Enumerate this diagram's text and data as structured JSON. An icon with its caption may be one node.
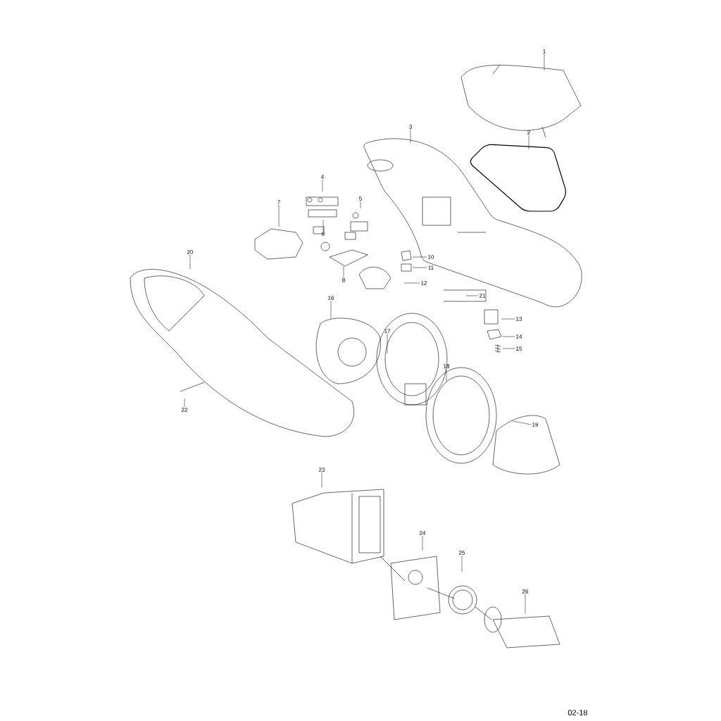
{
  "diagram": {
    "nodes": [
      {
        "text": [
          "1"
        ]
      },
      {
        "text": [
          "2"
        ]
      },
      {
        "text": [
          "3"
        ]
      },
      {
        "text": [
          "4"
        ]
      },
      {
        "text": [
          "5"
        ]
      },
      {
        "text": [
          "6"
        ]
      },
      {
        "text": [
          "7"
        ]
      },
      {
        "text": [
          "8"
        ]
      },
      {
        "text": [
          "10"
        ]
      },
      {
        "text": [
          "11"
        ]
      },
      {
        "text": [
          "12"
        ]
      },
      {
        "text": [
          "13"
        ]
      },
      {
        "text": [
          "14"
        ]
      },
      {
        "text": [
          "15"
        ]
      },
      {
        "text": [
          "16"
        ]
      },
      {
        "text": [
          "17"
        ]
      },
      {
        "text": [
          "18"
        ]
      },
      {
        "text": [
          "19"
        ]
      },
      {
        "text": [
          "20"
        ]
      },
      {
        "text": [
          "21"
        ]
      },
      {
        "text": [
          "22"
        ]
      },
      {
        "text": [
          "23"
        ]
      },
      {
        "text": [
          "24"
        ]
      },
      {
        "text": [
          "25"
        ]
      },
      {
        "text": [
          "26"
        ]
      }
    ],
    "edges": [
      {
        "from": 0,
        "to": null,
        "arrow": "none"
      },
      {
        "from": 1,
        "to": null,
        "arrow": "none"
      },
      {
        "from": 2,
        "to": null,
        "arrow": "none"
      },
      {
        "from": 3,
        "to": null,
        "arrow": "none"
      },
      {
        "from": 4,
        "to": null,
        "arrow": "none"
      },
      {
        "from": 5,
        "to": null,
        "arrow": "none"
      },
      {
        "from": 6,
        "to": null,
        "arrow": "none"
      },
      {
        "from": 7,
        "to": null,
        "arrow": "none"
      },
      {
        "from": 8,
        "to": null,
        "arrow": "none"
      },
      {
        "from": 9,
        "to": null,
        "arrow": "none"
      },
      {
        "from": 10,
        "to": null,
        "arrow": "none"
      },
      {
        "from": 11,
        "to": null,
        "arrow": "none"
      },
      {
        "from": 12,
        "to": null,
        "arrow": "none"
      },
      {
        "from": 13,
        "to": null,
        "arrow": "none"
      },
      {
        "from": 14,
        "to": null,
        "arrow": "none"
      },
      {
        "from": 15,
        "to": null,
        "arrow": "none"
      },
      {
        "from": 16,
        "to": null,
        "arrow": "none"
      },
      {
        "from": 17,
        "to": null,
        "arrow": "none"
      },
      {
        "from": 18,
        "to": null,
        "arrow": "none"
      },
      {
        "from": 19,
        "to": null,
        "arrow": "none"
      },
      {
        "from": 20,
        "to": null,
        "arrow": "none"
      },
      {
        "from": 21,
        "to": null,
        "arrow": "none"
      },
      {
        "from": 22,
        "to": null,
        "arrow": "none"
      },
      {
        "from": 23,
        "to": null,
        "arrow": "none"
      },
      {
        "from": 24,
        "to": null,
        "arrow": "none"
      }
    ],
    "labels": [
      "02-18"
    ]
  }
}
